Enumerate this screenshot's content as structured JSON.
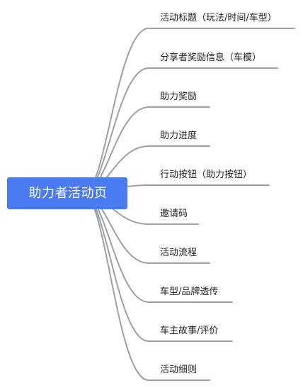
{
  "root": {
    "label": "助力者活动页"
  },
  "branches": [
    {
      "label": "活动标题（玩法/时间/车型）"
    },
    {
      "label": "分享者奖励信息（车模）"
    },
    {
      "label": "助力奖励"
    },
    {
      "label": "助力进度"
    },
    {
      "label": "行动按钮（助力按钮）"
    },
    {
      "label": "邀请码"
    },
    {
      "label": "活动流程"
    },
    {
      "label": "车型/品牌透传"
    },
    {
      "label": "车主故事/评价"
    },
    {
      "label": "活动细则"
    }
  ],
  "colors": {
    "root_fill": "#4a7bf0",
    "root_text": "#ffffff",
    "connector": "#9aa0a6",
    "label_text": "#1f1f1f"
  }
}
